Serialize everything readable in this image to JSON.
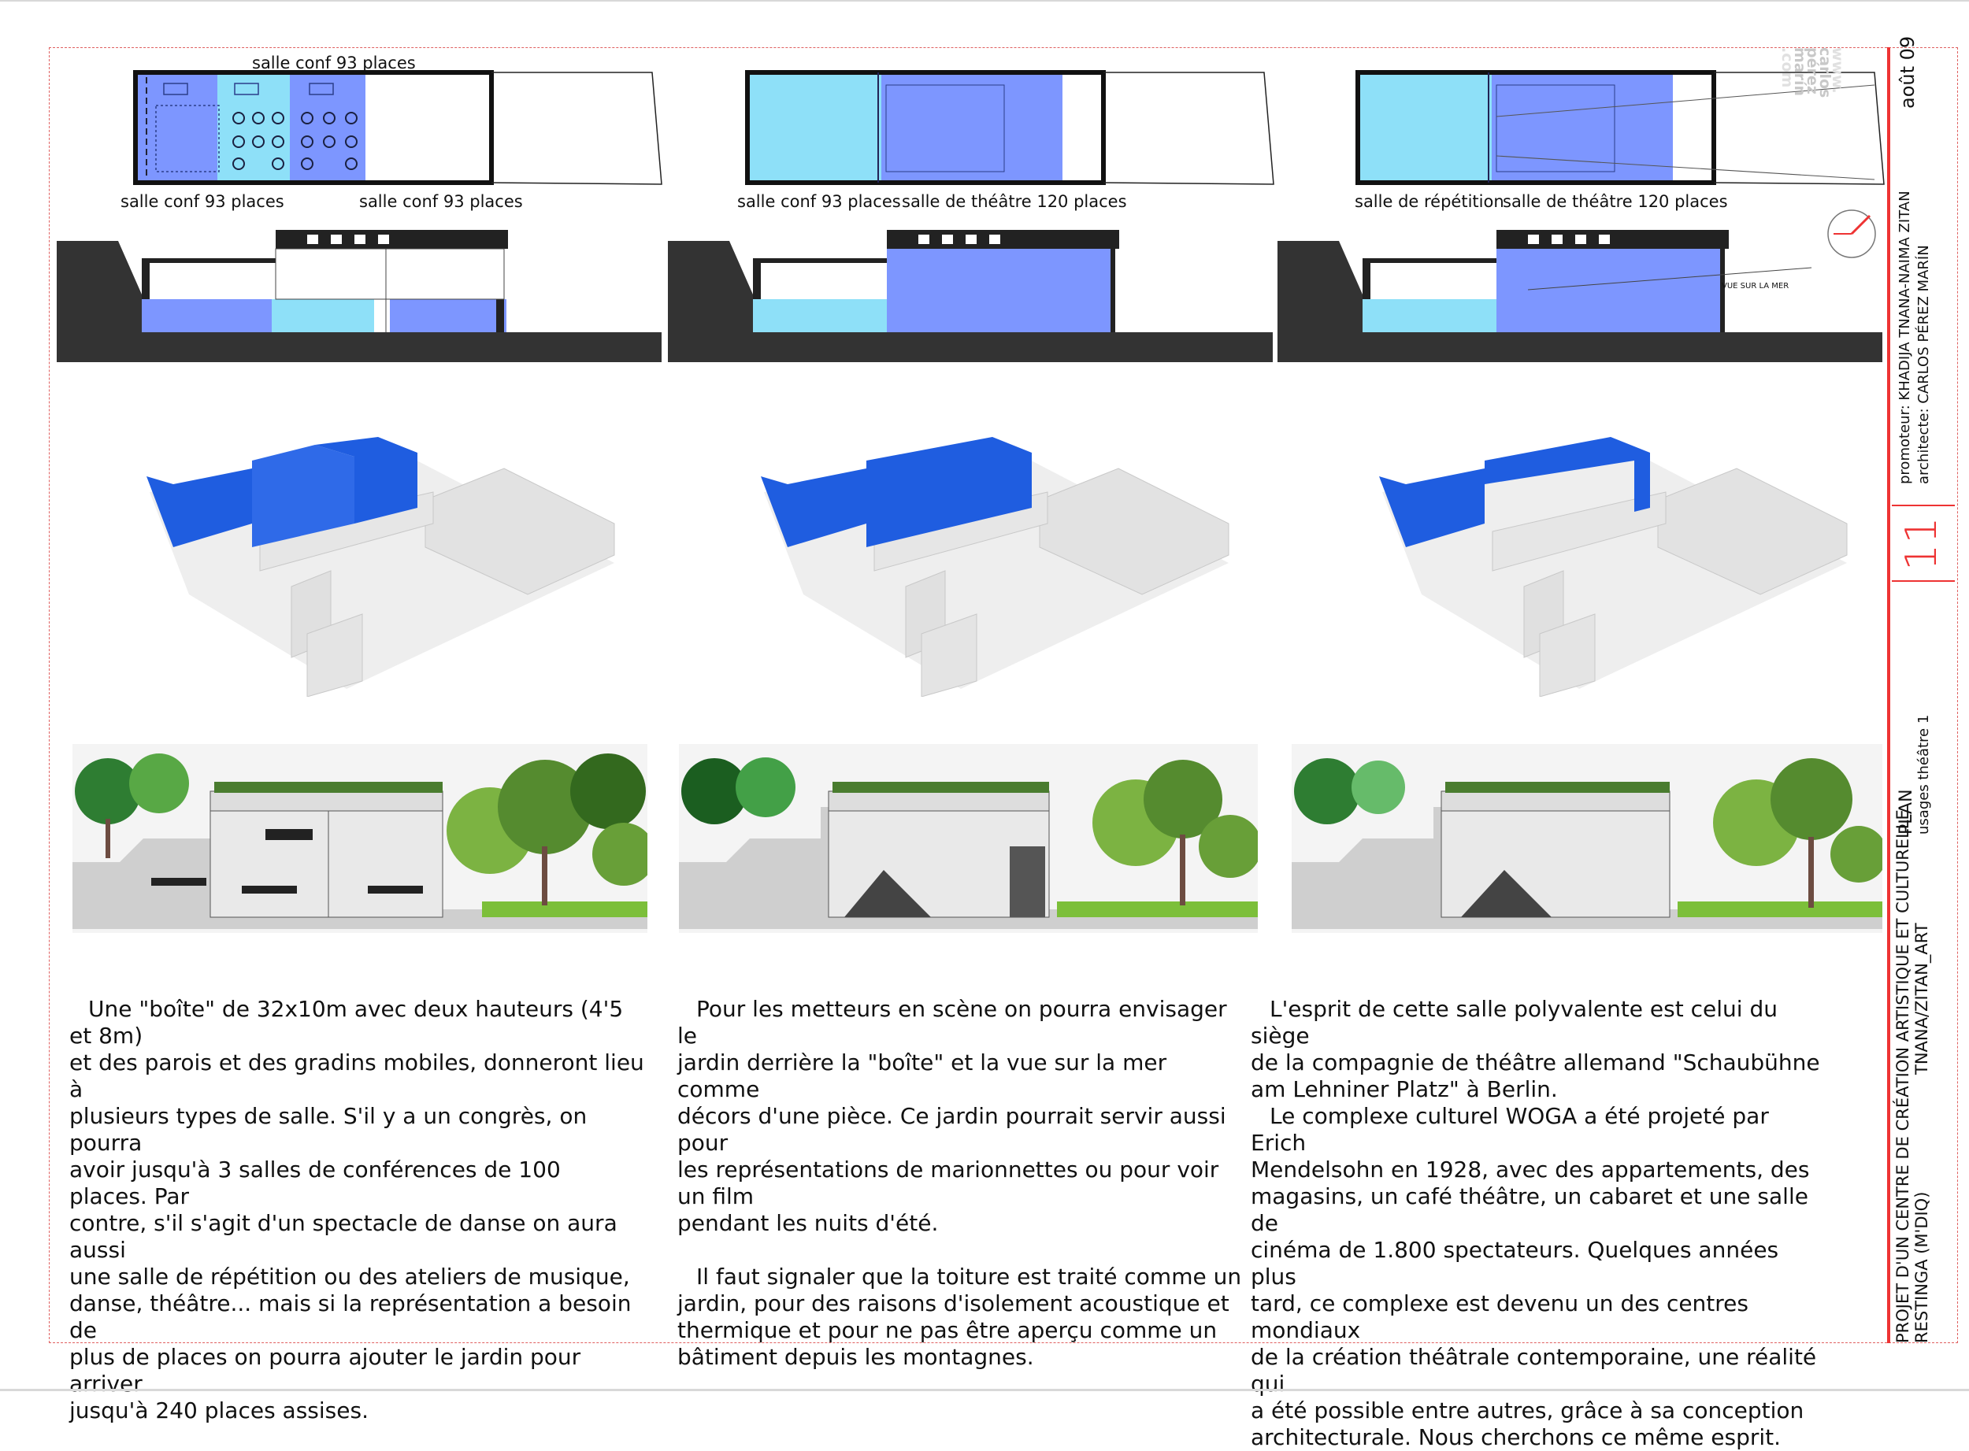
{
  "plans": [
    {
      "top_label": "salle conf 93 places",
      "label_a": "salle conf 93 places",
      "label_b": "salle conf 93 places"
    },
    {
      "label_a": "salle conf 93 places",
      "label_b": "salle de théâtre 120 places"
    },
    {
      "label_a": "salle de répétition",
      "label_b": "salle de théâtre 120 places"
    }
  ],
  "section3_annotation": "VUE SUR LA MER",
  "paragraphs": {
    "col1": [
      "Une \"boîte\" de 32x10m avec deux hauteurs (4'5 et 8m)",
      "et des parois et des gradins mobiles, donneront lieu à",
      "plusieurs types de salle. S'il y a un congrès, on pourra",
      "avoir jusqu'à 3 salles de conférences de 100 places. Par",
      "contre, s'il s'agit d'un spectacle de danse on aura aussi",
      "une salle de répétition ou des ateliers de musique,",
      "danse, théâtre... mais si la représentation a besoin de",
      "plus de places on pourra ajouter le jardin pour arriver",
      "jusqu'à 240 places assises."
    ],
    "col2a": [
      "Pour les metteurs en scène on pourra envisager le",
      "jardin derrière la \"boîte\" et la vue sur la mer comme",
      "décors d'une pièce. Ce jardin pourrait servir aussi pour",
      "les représentations de marionnettes ou pour voir un film",
      "pendant les nuits d'été."
    ],
    "col2b": [
      "Il faut signaler que la toiture est traité comme un",
      "jardin, pour des raisons d'isolement acoustique et",
      "thermique et pour ne pas être aperçu comme un",
      "bâtiment depuis les montagnes."
    ],
    "col3": [
      "L'esprit de cette salle polyvalente est celui du siège",
      "de la compagnie de théâtre allemand \"Schaubühne",
      "am Lehniner Platz\" à Berlin.",
      "Le complexe culturel WOGA a été projeté par Erich",
      "Mendelsohn en 1928, avec des appartements, des",
      "magasins, un café théâtre, un cabaret et une salle de",
      "cinéma de 1.800 spectateurs. Quelques années plus",
      "tard, ce complexe est devenu un des centres mondiaux",
      "de la création théâtrale contemporaine, une réalité qui",
      "a été possible entre autres, grâce à sa conception",
      "architecturale. Nous cherchons ce même esprit."
    ]
  },
  "title_block": {
    "project_line1": "PROJET D'UN CENTRE DE CRÉATION ARTISTIQUE ET CULTURELLE",
    "project_line2": "RESTINGA (M'DIQ)",
    "client": "TNANA/ZITAN_ART",
    "sheet_type": "PLAN",
    "sheet_subtitle": "usages théâtre 1",
    "sheet_number": "11",
    "promoteur": "promoteur: KHADIJA TNANA-NAIMA ZITAN",
    "architecte": "architecte: CARLOS PÉREZ MARÍN",
    "date": "août 09",
    "logo": [
      "www.",
      "carlos",
      "pérez",
      "marín",
      ".com"
    ]
  },
  "colors": {
    "light_blue": "#8ee0f8",
    "mid_blue": "#7d96ff",
    "dark_blue": "#1f5de0",
    "accent_red": "#e33333",
    "grey_massing": "#e4e4e4"
  }
}
